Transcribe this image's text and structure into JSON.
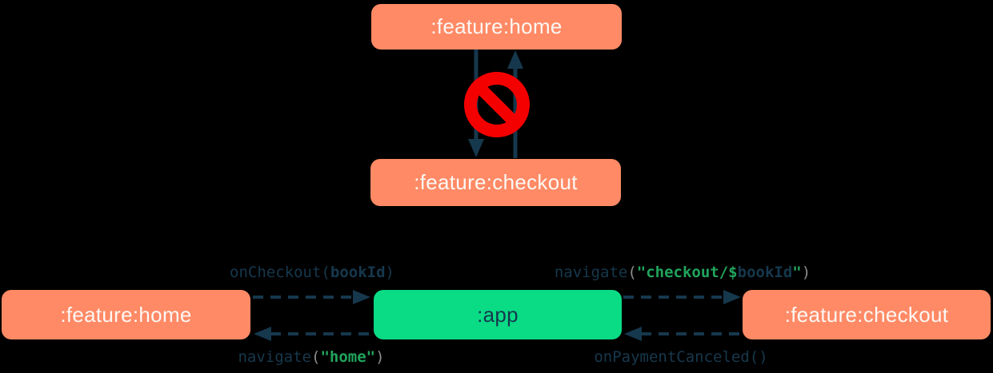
{
  "palette": {
    "background": "#000000",
    "module_coral": "#FF8A65",
    "app_green": "#09DC85",
    "arrow_navy": "#16384D",
    "forbidden_red": "#F40000",
    "code_navy": "#16384D",
    "code_string_green": "#21A45C",
    "code_paren_gray": "#8C8C8C",
    "box_text_light": "#FCF7F4"
  },
  "top_diagram": {
    "home_module": ":feature:home",
    "checkout_module": ":feature:checkout",
    "forbidden_icon": "no-entry-icon"
  },
  "bottom_diagram": {
    "home_module": ":feature:home",
    "app_module": ":app",
    "checkout_module": ":feature:checkout",
    "calls": {
      "on_checkout": {
        "fn": "onCheckout",
        "open": "(",
        "arg": "bookId",
        "close": ")"
      },
      "navigate_checkout": {
        "fn": "navigate",
        "open": "(",
        "str_open": "\"checkout/$",
        "template_arg": "bookId",
        "str_close": "\"",
        "close": ")"
      },
      "navigate_home": {
        "fn": "navigate",
        "open": "(",
        "str": "\"home\"",
        "close": ")"
      },
      "on_payment_canceled": {
        "fn": "onPaymentCanceled",
        "parens": "()"
      }
    }
  }
}
